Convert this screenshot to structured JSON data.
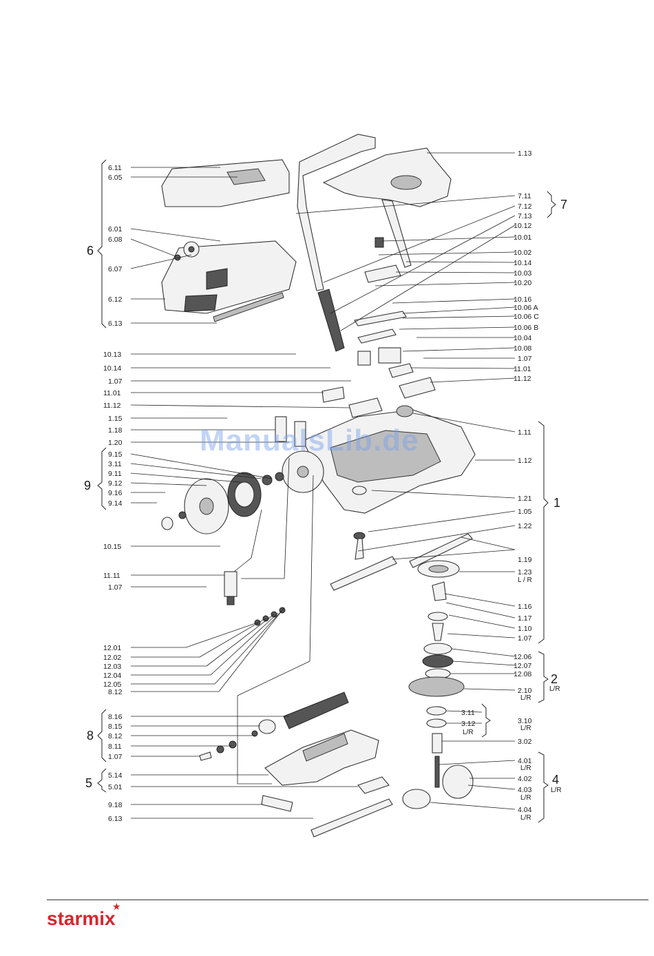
{
  "watermark": "ManualsLib.de",
  "brand": {
    "name": "starmix",
    "accent": "#d6262e",
    "star_icon": "star-icon"
  },
  "groups": [
    {
      "id": "6",
      "label": "6"
    },
    {
      "id": "7",
      "label": "7"
    },
    {
      "id": "9",
      "label": "9"
    },
    {
      "id": "1",
      "label": "1"
    },
    {
      "id": "2",
      "label": "2",
      "sub": "L/R"
    },
    {
      "id": "8",
      "label": "8"
    },
    {
      "id": "5",
      "label": "5"
    },
    {
      "id": "4",
      "label": "4",
      "sub": "L/R"
    }
  ],
  "left_labels": [
    "6.11",
    "6.05",
    "6.01",
    "6.08",
    "6.07",
    "6.12",
    "6.13",
    "10.13",
    "10.14",
    "1.07",
    "11.01",
    "11.12",
    "1.15",
    "1.18",
    "1.20",
    "9.15",
    "3.11",
    "9.11",
    "9.12",
    "9.16",
    "9.14",
    "10.15",
    "11.11",
    "1.07",
    "12.01",
    "12.02",
    "12.03",
    "12.04",
    "12.05",
    "8.12",
    "8.16",
    "8.15",
    "8.12",
    "8.11",
    "1.07",
    "5.14",
    "5.01",
    "9.18",
    "6.13"
  ],
  "right_labels": [
    "1.13",
    "7.11",
    "7.12",
    "7.13",
    "10.12",
    "10.01",
    "10.02",
    "10.14",
    "10.03",
    "10.20",
    "10.16",
    "10.06 A",
    "10.06 C",
    "10.06 B",
    "10.04",
    "10.08",
    "1.07",
    "11.01",
    "11.12",
    "1.11",
    "1.12",
    "1.21",
    "1.05",
    "1.22",
    "1.19",
    "1.23",
    "1.16",
    "1.17",
    "1.10",
    "1.07",
    "12.06",
    "12.07",
    "12.08",
    "2.10",
    "3.11",
    "3.12",
    "3.10",
    "3.02",
    "4.01",
    "4.02",
    "4.03",
    "4.04"
  ],
  "right_sub_labels": {
    "1.23": "L / R",
    "2.10": "L/R",
    "3.10": "L/R",
    "3.12": "L/R",
    "4.01": "L/R",
    "4.03": "L/R",
    "4.04": "L/R"
  }
}
